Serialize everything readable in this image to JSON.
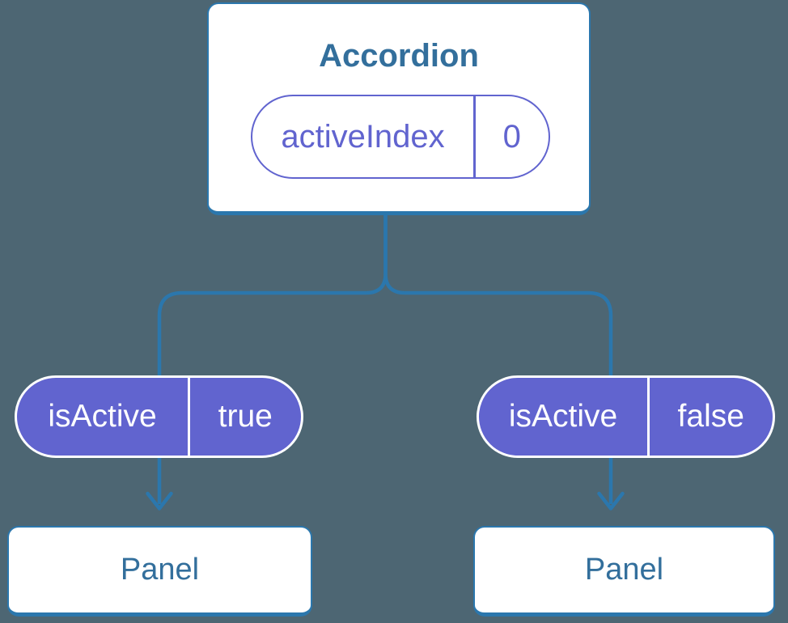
{
  "colors": {
    "background": "#4D6673",
    "line_blue": "#2B77AD",
    "text_blue": "#336F9C",
    "purple": "#6164CF",
    "pill_text": "#FFFFFF",
    "card_bg": "#FFFFFF"
  },
  "diagram": {
    "root": {
      "title": "Accordion",
      "state": {
        "name": "activeIndex",
        "value": "0"
      }
    },
    "children": [
      {
        "prop": {
          "name": "isActive",
          "value": "true"
        },
        "component": "Panel"
      },
      {
        "prop": {
          "name": "isActive",
          "value": "false"
        },
        "component": "Panel"
      }
    ]
  }
}
